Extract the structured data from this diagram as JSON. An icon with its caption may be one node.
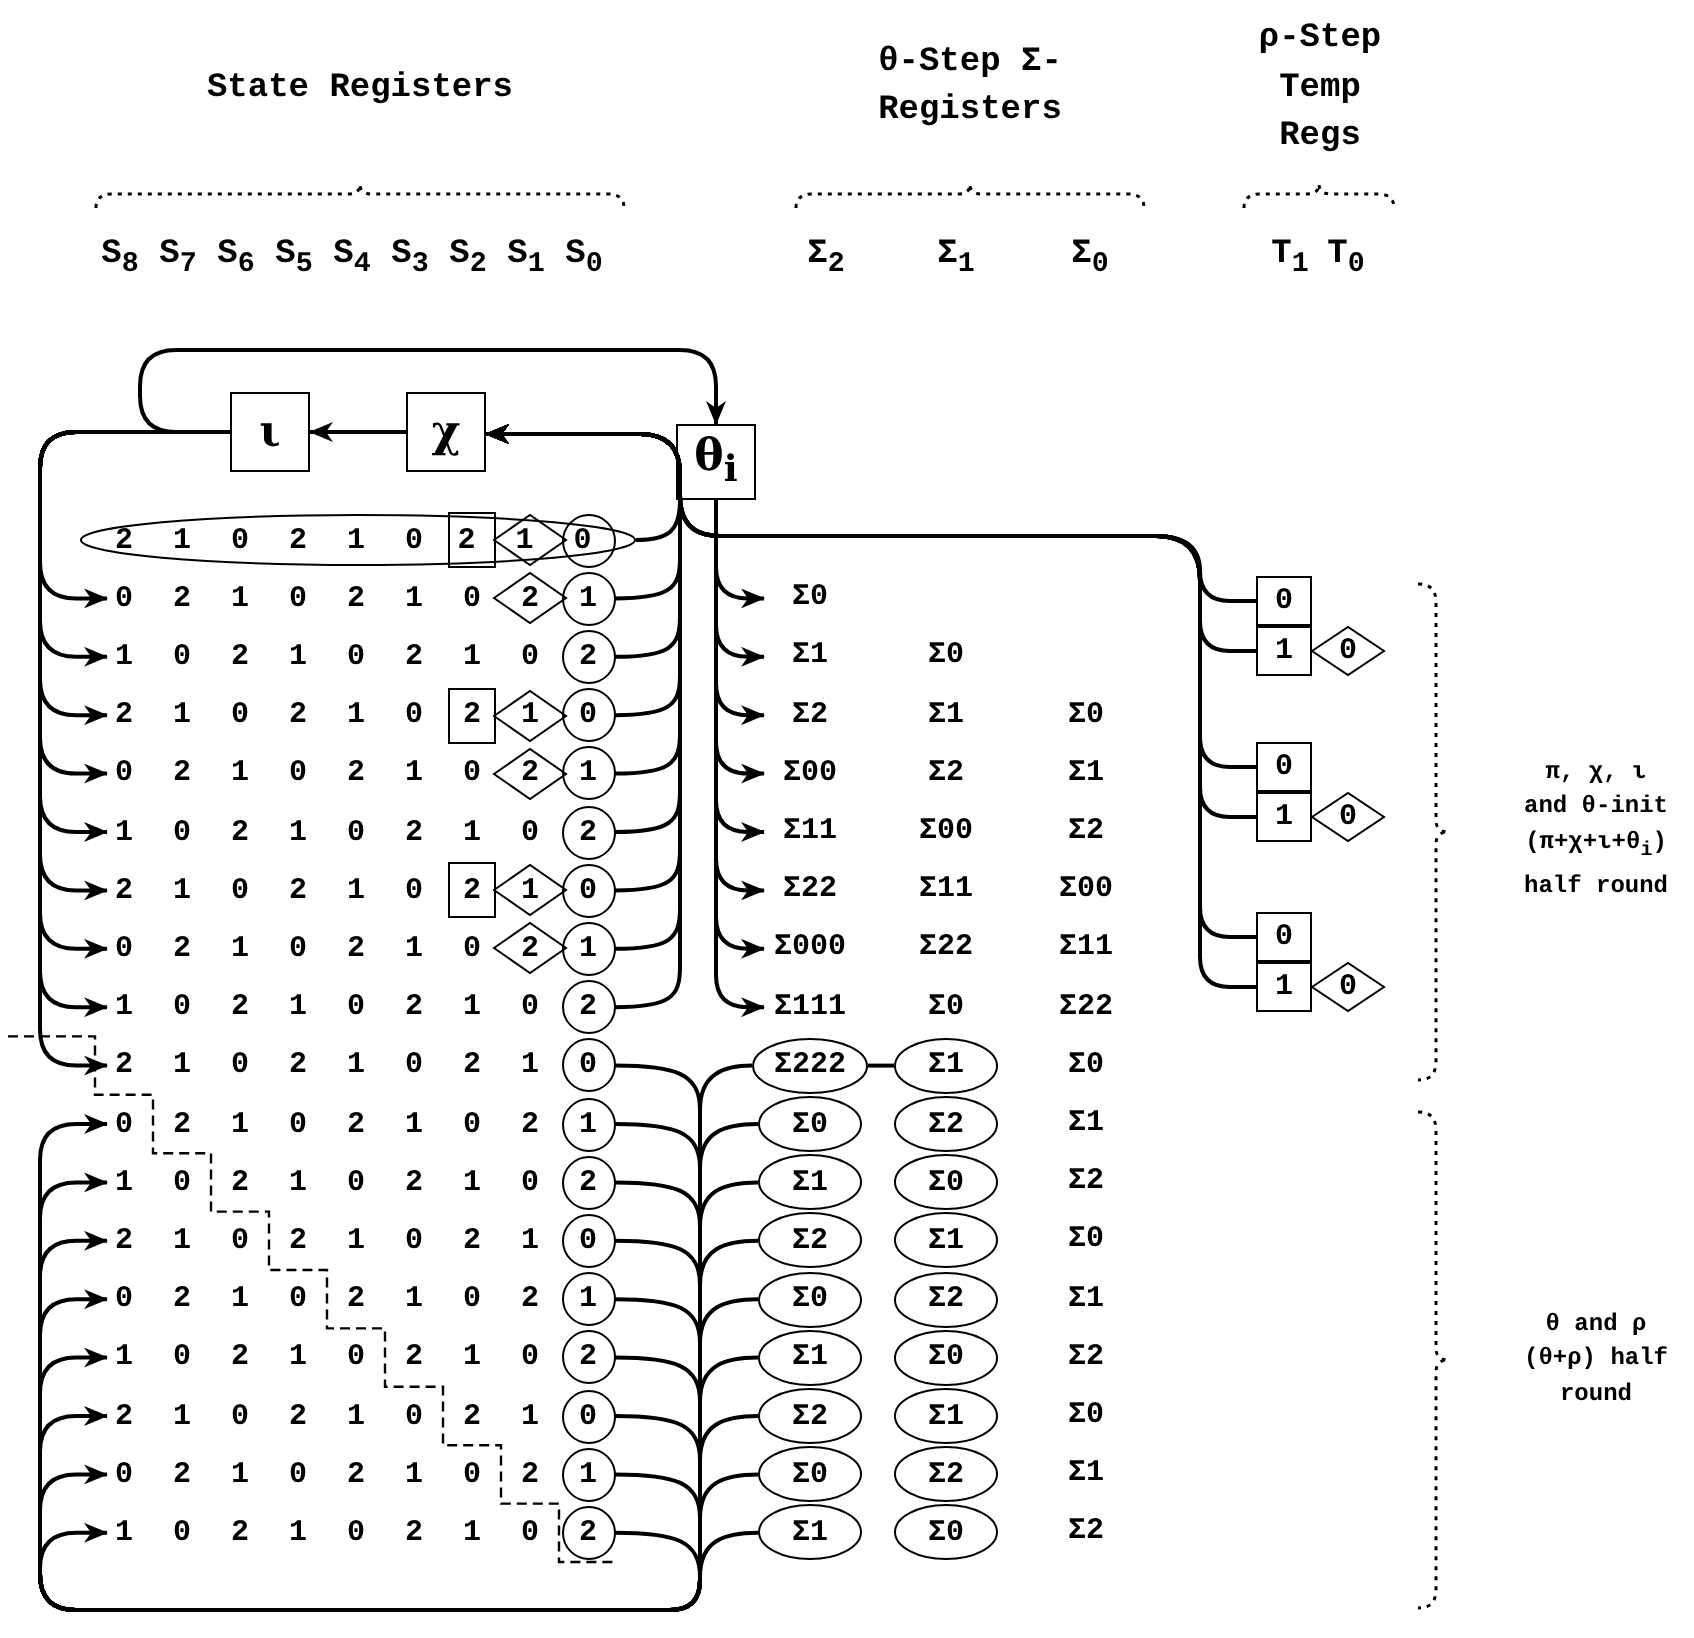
{
  "diagram": {
    "nodes": [
      {
        "text": [
          "ι"
        ]
      },
      {
        "text": [
          "χ"
        ]
      },
      {
        "text": [
          "θ$_{i}$"
        ]
      },
      {
        "text": [
          "2 1 0 2 1 0"
        ]
      },
      {
        "text": [
          "2"
        ],
        "in": 3
      },
      {
        "text": [
          "1"
        ],
        "in": 3
      },
      {
        "text": [
          "0"
        ],
        "in": 3
      },
      {
        "text": [
          "0 2 1 0 2 1 0"
        ]
      },
      {
        "text": [
          "2"
        ]
      },
      {
        "text": [
          "1"
        ]
      },
      {
        "text": [
          "1 0 2 1 0 2 1 0"
        ]
      },
      {
        "text": [
          "2"
        ]
      },
      {
        "text": [
          "2 1 0 2 1 0"
        ]
      },
      {
        "text": [
          "2"
        ]
      },
      {
        "text": [
          "1"
        ]
      },
      {
        "text": [
          "0"
        ]
      },
      {
        "text": [
          "0 2 1 0 2 1 0"
        ]
      },
      {
        "text": [
          "2"
        ]
      },
      {
        "text": [
          "1"
        ]
      },
      {
        "text": [
          "1 0 2 1 0 2 1 0"
        ]
      },
      {
        "text": [
          "2"
        ]
      },
      {
        "text": [
          "2 1 0 2 1 0"
        ]
      },
      {
        "text": [
          "2"
        ]
      },
      {
        "text": [
          "1"
        ]
      },
      {
        "text": [
          "0"
        ]
      },
      {
        "text": [
          "0 2 1 0 2 1 0"
        ]
      },
      {
        "text": [
          "2"
        ]
      },
      {
        "text": [
          "1"
        ]
      },
      {
        "text": [
          "1 0 2 1 0 2 1 0"
        ]
      },
      {
        "text": [
          "2"
        ]
      },
      {
        "text": [
          "2 1 0 2 1 0 2 1"
        ]
      },
      {
        "text": [
          "0"
        ]
      },
      {
        "text": [
          "0 2 1 0 2 1 0 2"
        ]
      },
      {
        "text": [
          "1"
        ]
      },
      {
        "text": [
          "1 0 2 1 0 2 1 0"
        ]
      },
      {
        "text": [
          "2"
        ]
      },
      {
        "text": [
          "2 1 0 2 1 0 2 1"
        ]
      },
      {
        "text": [
          "0"
        ]
      },
      {
        "text": [
          "0 2 1 0 2 1 0 2"
        ]
      },
      {
        "text": [
          "1"
        ]
      },
      {
        "text": [
          "1 0 2 1 0 2 1 0"
        ]
      },
      {
        "text": [
          "2"
        ]
      },
      {
        "text": [
          "2 1 0 2 1 0 2 1"
        ]
      },
      {
        "text": [
          "0"
        ]
      },
      {
        "text": [
          "0 2 1 0 2 1 0 2"
        ]
      },
      {
        "text": [
          "1"
        ]
      },
      {
        "text": [
          "1 0 2 1 0 2 1 0"
        ]
      },
      {
        "text": [
          "2"
        ]
      },
      {
        "text": [
          "Σ0"
        ]
      },
      {
        "text": [
          "Σ1",
          "Σ0"
        ]
      },
      {
        "text": [
          "Σ2",
          "Σ1",
          "Σ0"
        ]
      },
      {
        "text": [
          "Σ00",
          "Σ2",
          "Σ1"
        ]
      },
      {
        "text": [
          "Σ11",
          "Σ00",
          "Σ2"
        ]
      },
      {
        "text": [
          "Σ22",
          "Σ11",
          "Σ00"
        ]
      },
      {
        "text": [
          "Σ000",
          "Σ22",
          "Σ11"
        ]
      },
      {
        "text": [
          "Σ111",
          "Σ0",
          "Σ22"
        ]
      },
      {
        "text": [
          "Σ222"
        ]
      },
      {
        "text": [
          "Σ1"
        ]
      },
      {
        "text": [
          "Σ0"
        ]
      },
      {
        "text": [
          "Σ2"
        ]
      },
      {
        "text": [
          "Σ1"
        ]
      },
      {
        "text": [
          "Σ0"
        ]
      },
      {
        "text": [
          "Σ2"
        ]
      },
      {
        "text": [
          "Σ1"
        ]
      },
      {
        "text": [
          "Σ0"
        ]
      },
      {
        "text": [
          "Σ2"
        ]
      },
      {
        "text": [
          "Σ1"
        ]
      },
      {
        "text": [
          "Σ0"
        ]
      },
      {
        "text": [
          "Σ2"
        ]
      },
      {
        "text": [
          "Σ1"
        ]
      },
      {
        "text": [
          "Σ0"
        ]
      },
      {
        "text": [
          "Σ2"
        ]
      },
      {
        "text": [
          "Σ1"
        ]
      },
      {
        "text": [
          "Σ0"
        ]
      },
      {
        "text": [
          "0"
        ]
      },
      {
        "text": [
          "1"
        ]
      },
      {
        "text": [
          "0"
        ]
      },
      {
        "text": [
          "0"
        ]
      },
      {
        "text": [
          "1"
        ]
      },
      {
        "text": [
          "0"
        ]
      },
      {
        "text": [
          "0"
        ]
      },
      {
        "text": [
          "1"
        ]
      },
      {
        "text": [
          "0"
        ]
      }
    ],
    "edges": [
      {
        "from": 1,
        "to": 0,
        "arrow": "to"
      },
      {
        "from": 0,
        "to": 2,
        "arrow": "to"
      },
      {
        "from": 0,
        "to": 7,
        "arrow": "to"
      },
      {
        "from": 0,
        "to": 10,
        "arrow": "to"
      },
      {
        "from": 0,
        "to": 12,
        "arrow": "to"
      },
      {
        "from": 0,
        "to": 16,
        "arrow": "to"
      },
      {
        "from": 0,
        "to": 19,
        "arrow": "to"
      },
      {
        "from": 0,
        "to": 21,
        "arrow": "to"
      },
      {
        "from": 0,
        "to": 25,
        "arrow": "to"
      },
      {
        "from": 0,
        "to": 28,
        "arrow": "to"
      },
      {
        "from": 0,
        "to": 30,
        "arrow": "to"
      },
      {
        "from": 2,
        "to": 48,
        "arrow": "to"
      },
      {
        "from": 2,
        "to": 49,
        "arrow": "to"
      },
      {
        "from": 2,
        "to": 50,
        "arrow": "to"
      },
      {
        "from": 2,
        "to": 51,
        "arrow": "to"
      },
      {
        "from": 2,
        "to": 52,
        "arrow": "to"
      },
      {
        "from": 2,
        "to": 53,
        "arrow": "to"
      },
      {
        "from": 2,
        "to": 54,
        "arrow": "to"
      },
      {
        "from": 2,
        "to": 55,
        "arrow": "to"
      },
      {
        "from": 3,
        "to": 1,
        "arrow": "to"
      },
      {
        "from": 9,
        "to": 1,
        "arrow": "to"
      },
      {
        "from": 11,
        "to": 1,
        "arrow": "to"
      },
      {
        "from": 15,
        "to": 1,
        "arrow": "to"
      },
      {
        "from": 18,
        "to": 1,
        "arrow": "to"
      },
      {
        "from": 20,
        "to": 1,
        "arrow": "to"
      },
      {
        "from": 24,
        "to": 1,
        "arrow": "to"
      },
      {
        "from": 27,
        "to": 1,
        "arrow": "to"
      },
      {
        "from": 29,
        "to": 1,
        "arrow": "to"
      },
      {
        "from": 74,
        "to": 1,
        "arrow": "to"
      },
      {
        "from": 75,
        "to": 1,
        "arrow": "to"
      },
      {
        "from": 77,
        "to": 1,
        "arrow": "to"
      },
      {
        "from": 78,
        "to": 1,
        "arrow": "to"
      },
      {
        "from": 80,
        "to": 1,
        "arrow": "to"
      },
      {
        "from": 81,
        "to": 1,
        "arrow": "to"
      },
      {
        "from": 31,
        "to": null,
        "arrow": "none"
      },
      {
        "from": 33,
        "to": null,
        "arrow": "none"
      },
      {
        "from": 35,
        "to": null,
        "arrow": "none"
      },
      {
        "from": 37,
        "to": null,
        "arrow": "none"
      },
      {
        "from": 39,
        "to": null,
        "arrow": "none"
      },
      {
        "from": 41,
        "to": null,
        "arrow": "none"
      },
      {
        "from": 43,
        "to": null,
        "arrow": "none"
      },
      {
        "from": 45,
        "to": null,
        "arrow": "none"
      },
      {
        "from": 47,
        "to": null,
        "arrow": "none"
      },
      {
        "from": 56,
        "to": null,
        "arrow": "none"
      },
      {
        "from": 58,
        "to": null,
        "arrow": "none"
      },
      {
        "from": 60,
        "to": null,
        "arrow": "none"
      },
      {
        "from": 62,
        "to": null,
        "arrow": "none"
      },
      {
        "from": 64,
        "to": null,
        "arrow": "none"
      },
      {
        "from": 66,
        "to": null,
        "arrow": "none"
      },
      {
        "from": 68,
        "to": null,
        "arrow": "none"
      },
      {
        "from": 70,
        "to": null,
        "arrow": "none"
      },
      {
        "from": 72,
        "to": null,
        "arrow": "none"
      },
      {
        "from": null,
        "to": 32,
        "arrow": "to"
      },
      {
        "from": null,
        "to": 34,
        "arrow": "to"
      },
      {
        "from": null,
        "to": 36,
        "arrow": "to"
      },
      {
        "from": null,
        "to": 38,
        "arrow": "to"
      },
      {
        "from": null,
        "to": 40,
        "arrow": "to"
      },
      {
        "from": null,
        "to": 42,
        "arrow": "to"
      },
      {
        "from": null,
        "to": 44,
        "arrow": "to"
      },
      {
        "from": null,
        "to": 46,
        "arrow": "to"
      },
      {
        "from": 56,
        "to": 57,
        "arrow": "none"
      }
    ],
    "labels": [
      "State Registers",
      "θ-Step Σ-Registers",
      "ρ-Step Temp Regs",
      "S$_{8}$",
      "S$_{7}$",
      "S$_{6}$",
      "S$_{5}$",
      "S$_{4}$",
      "S$_{3}$",
      "S$_{2}$",
      "S$_{1}$",
      "S$_{0}$",
      "Σ$_{2}$",
      "Σ$_{1}$",
      "Σ$_{0}$",
      "T$_{1}$",
      "T$_{0}$",
      "Σ0",
      "Σ1",
      "Σ2",
      "Σ0",
      "Σ1",
      "Σ2",
      "Σ0",
      "Σ1",
      "Σ2",
      "π, χ, ι and θ-init (π+χ+ι+θ$_{i}$) half round",
      "θ and ρ (θ+ρ) half round"
    ]
  }
}
